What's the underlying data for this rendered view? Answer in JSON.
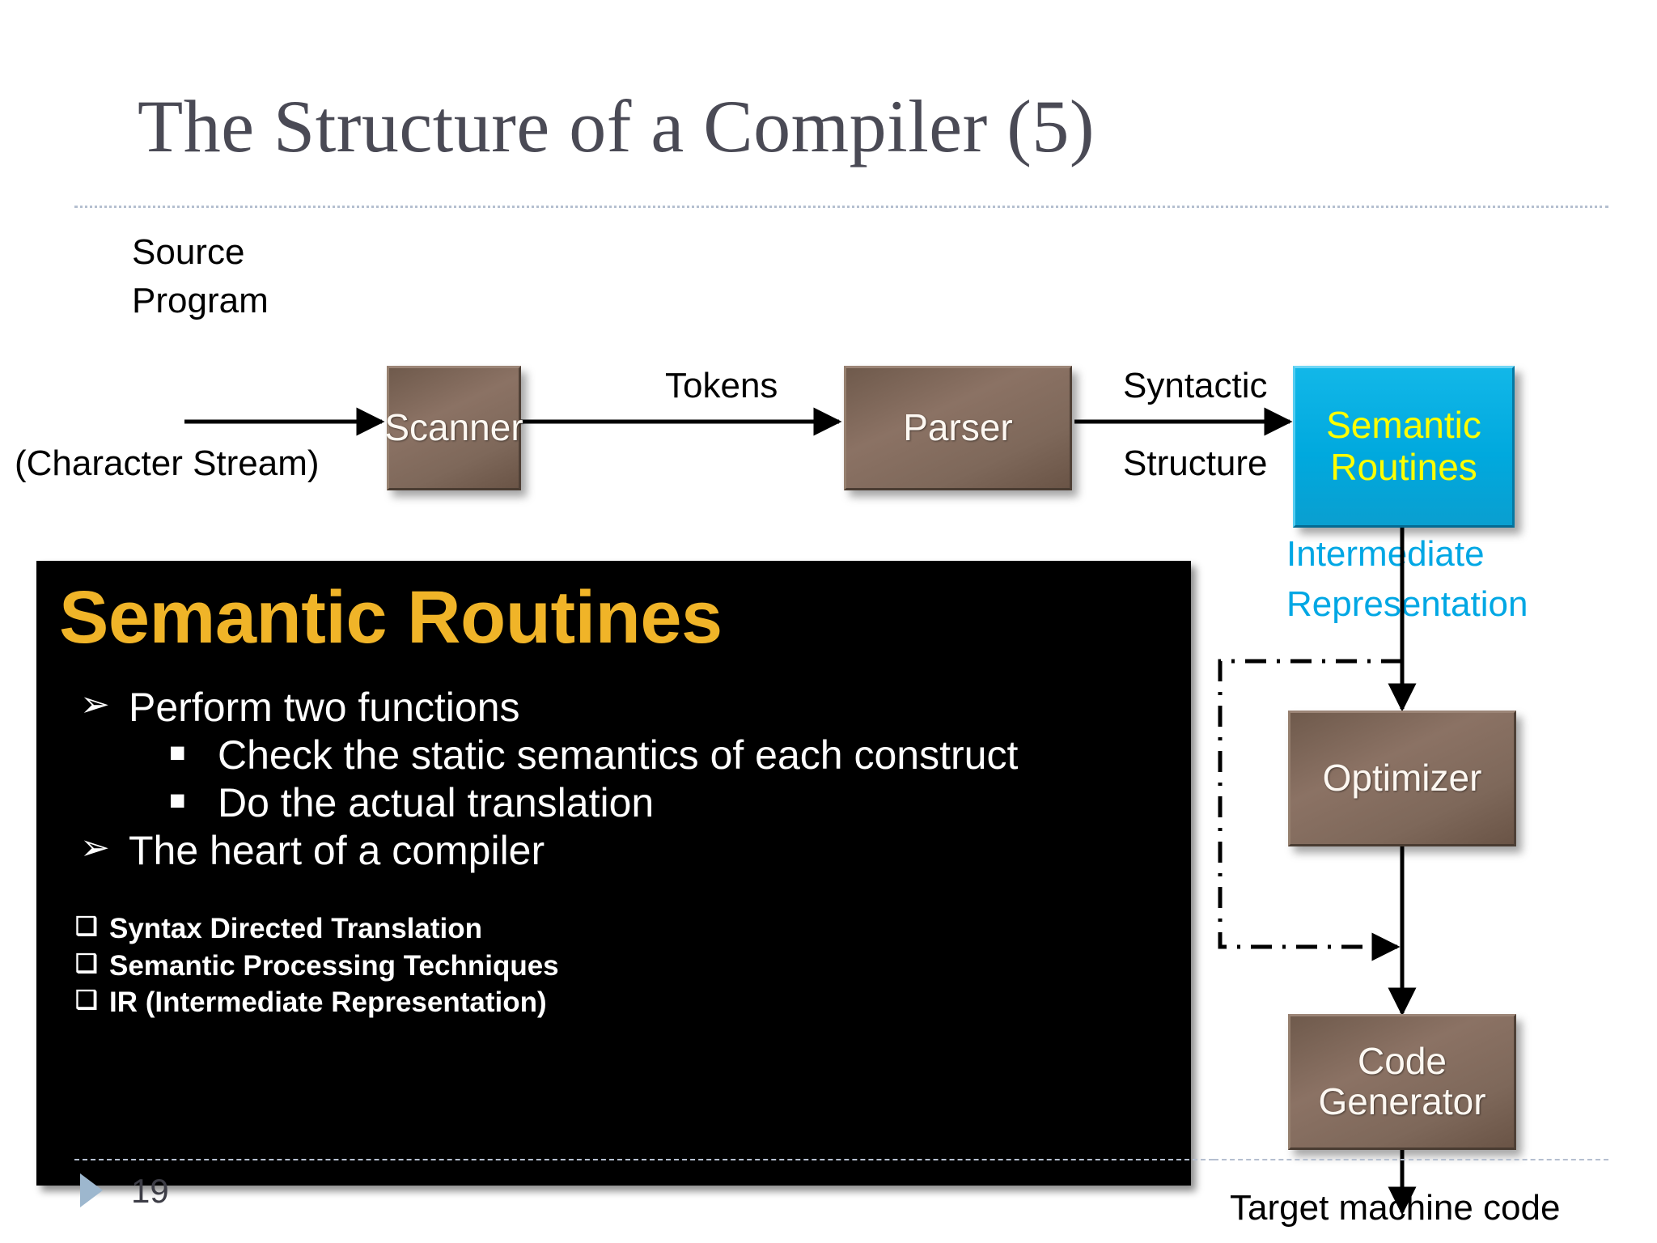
{
  "slide": {
    "title": "The Structure of a Compiler (5)",
    "page_number": "19"
  },
  "diagram": {
    "inputs": {
      "source_line1": "Source",
      "source_line2": "Program",
      "character_stream": "(Character Stream)"
    },
    "edge_labels": {
      "tokens": "Tokens",
      "syntactic": "Syntactic",
      "structure": "Structure",
      "ir_line1": "Intermediate",
      "ir_line2": "Representation",
      "target": "Target machine code"
    },
    "boxes": {
      "scanner": "Scanner",
      "parser": "Parser",
      "semantic_routines_line1": "Semantic",
      "semantic_routines_line2": "Routines",
      "optimizer": "Optimizer",
      "code_generator_line1": "Code",
      "code_generator_line2": "Generator"
    },
    "colors": {
      "process_box": "#7e685a",
      "highlight_box": "#00a9de",
      "highlight_text": "#ffff00",
      "ir_label": "#00a7e4",
      "panel_background": "#000000",
      "panel_heading": "#f0b428",
      "title_text": "#4a4a55"
    }
  },
  "panel": {
    "heading": "Semantic Routines",
    "bullets": [
      {
        "marker": "➢",
        "text": "Perform two functions",
        "level": 1
      },
      {
        "marker": "■",
        "text": "Check the static semantics of each construct",
        "level": 2
      },
      {
        "marker": "■",
        "text": "Do the actual translation",
        "level": 2
      },
      {
        "marker": "➢",
        "text": "The heart of a compiler",
        "level": 1
      }
    ],
    "topics": [
      {
        "marker": "❑",
        "text": "Syntax Directed Translation"
      },
      {
        "marker": "❑",
        "text": "Semantic Processing Techniques"
      },
      {
        "marker": "❑",
        "text": "IR (Intermediate Representation)"
      }
    ]
  }
}
